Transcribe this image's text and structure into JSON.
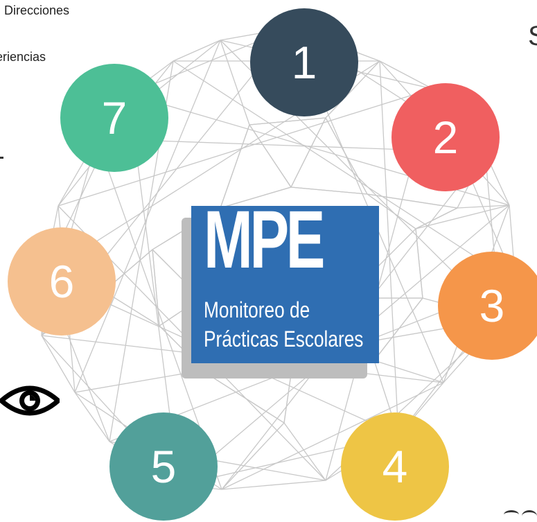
{
  "texts": {
    "snippet_top": "Direcciones",
    "snippet_mid": "eriencias",
    "snippet_right": "S"
  },
  "logo": {
    "acronym": "MPE",
    "line1": "Monitoreo de",
    "line2": "Prácticas Escolares",
    "color": "#2f6eb2"
  },
  "nodes": [
    {
      "label": "1",
      "color": "#364b5c"
    },
    {
      "label": "2",
      "color": "#f05f60"
    },
    {
      "label": "3",
      "color": "#f5964a"
    },
    {
      "label": "4",
      "color": "#eec545"
    },
    {
      "label": "5",
      "color": "#52a09a"
    },
    {
      "label": "6",
      "color": "#f5c08f"
    },
    {
      "label": "7",
      "color": "#4dbf96"
    }
  ],
  "icons": [
    "eye-icon"
  ]
}
